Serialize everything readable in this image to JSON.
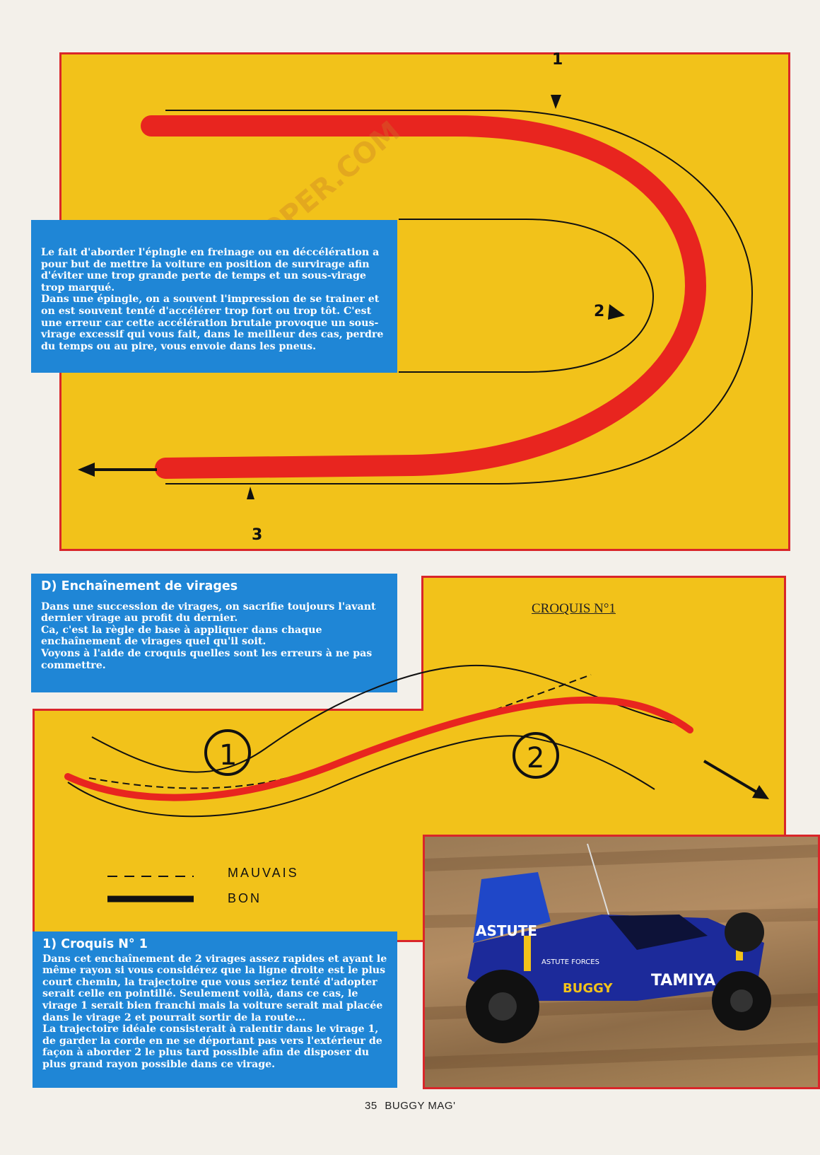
{
  "top_diagram": {
    "markers": [
      "1",
      "2",
      "3"
    ],
    "text": "Le fait d'aborder l'épingle en freinage ou en déccélération a pour but de mettre la voiture en position de survirage afin d'éviter une trop grande perte de temps et un sous-virage trop marqué.\nDans une épingle, on a souvent l'impression de se trainer et on est souvent tenté d'accélérer trop fort ou trop tôt. C'est une erreur car cette accélération brutale provoque un sous-virage excessif qui vous fait, dans le meilleur des cas, perdre du temps ou au pire, vous envoie dans les pneus."
  },
  "section_d": {
    "heading": "D) Enchaînement de virages",
    "text": "Dans une succession de virages, on sacrifie toujours l'avant dernier virage au profit du dernier.\nCa, c'est la règle de base à appliquer dans chaque enchaînement de virages quel qu'il soit.\nVoyons à l'aide de croquis quelles sont les erreurs à ne pas commettre."
  },
  "croquis": {
    "title": "CROQUIS N°1",
    "turn_labels": [
      "1",
      "2"
    ],
    "legend": {
      "bad": "MAUVAIS",
      "good": "BON"
    },
    "colors": {
      "panel": "#f2c21a",
      "border": "#d9262a",
      "line": "#e8251f",
      "box": "#1f86d6"
    }
  },
  "section_1": {
    "heading": "1) Croquis N° 1",
    "text": "Dans cet enchaînement de 2 virages assez rapides et ayant le même rayon si vous considérez que la ligne droite est le plus court chemin, la trajectoire que vous seriez tenté d'adopter serait celle en pointillé. Seulement voilà, dans ce cas, le virage 1 serait bien franchi mais la voiture serait mal placée dans le virage 2 et pourrait sortir de la route...\nLa trajectoire idéale consisterait à ralentir dans le virage 1, de garder la corde en ne se déportant pas vers l'extérieur de façon à aborder 2 le plus tard possible afin de disposer du plus grand rayon possible dans ce virage."
  },
  "photo": {
    "wing_text": "ASTUTE",
    "side_text": "ASTUTE FORCES",
    "brand_text": "TAMIYA",
    "mag_text": "BUGGY"
  },
  "watermark": "RC-DOPER.COM",
  "footer": {
    "page": "35",
    "magazine": "BUGGY MAG'"
  }
}
